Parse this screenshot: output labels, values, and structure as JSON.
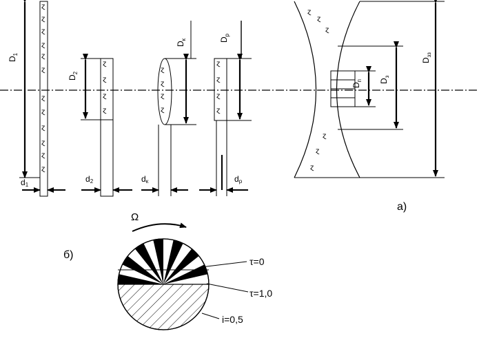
{
  "labels": {
    "D1": "D",
    "D1_sub": "1",
    "D2": "D",
    "D2_sub": "2",
    "Dk": "D",
    "Dk_sub": "к",
    "Dp": "D",
    "Dp_sub": "р",
    "Dn": "D",
    "Dn_sub": "п",
    "Dz": "D",
    "Dz_sub": "з",
    "Dbig": "D",
    "Dbig_sub": "зз",
    "d1": "d",
    "d1_sub": "1",
    "d2": "d",
    "d2_sub": "2",
    "dk": "d",
    "dk_sub": "к",
    "dp": "d",
    "dp_sub": "р",
    "part_a": "а)",
    "part_b": "б)",
    "omega": "Ω",
    "tau0": "τ=0",
    "tau1": "τ=1,0",
    "i05": "i=0,5"
  },
  "hatch_glyph": "ɀ"
}
